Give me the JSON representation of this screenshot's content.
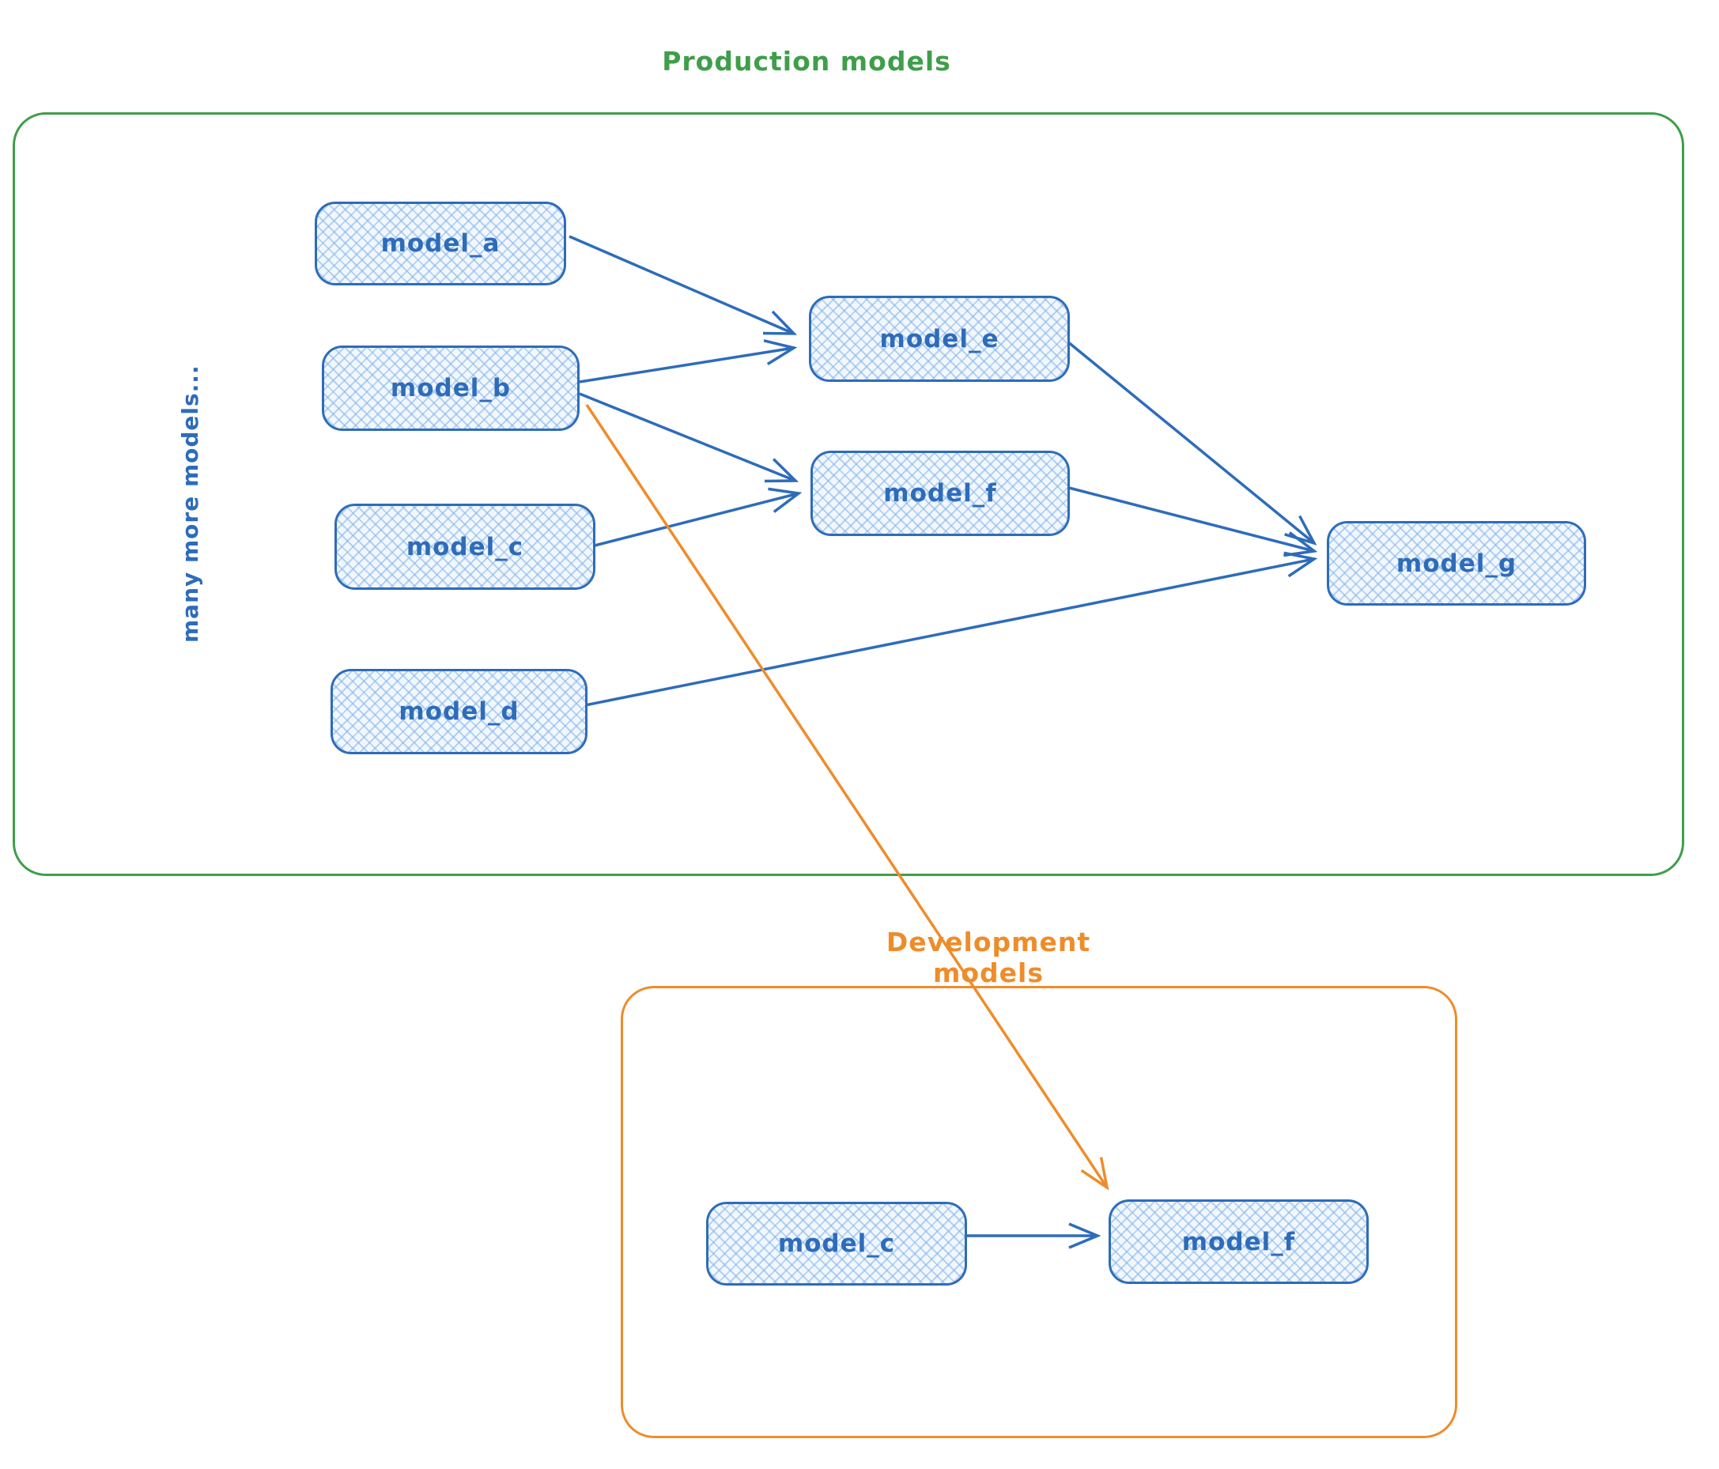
{
  "production": {
    "title": "Production models",
    "side_note": "many more models...",
    "nodes": [
      {
        "id": "model_a",
        "label": "model_a"
      },
      {
        "id": "model_b",
        "label": "model_b"
      },
      {
        "id": "model_c",
        "label": "model_c"
      },
      {
        "id": "model_d",
        "label": "model_d"
      },
      {
        "id": "model_e",
        "label": "model_e"
      },
      {
        "id": "model_f",
        "label": "model_f"
      },
      {
        "id": "model_g",
        "label": "model_g"
      }
    ]
  },
  "development": {
    "title": "Development models",
    "nodes": [
      {
        "id": "model_c_dev",
        "label": "model_c"
      },
      {
        "id": "model_f_dev",
        "label": "model_f"
      }
    ]
  },
  "edges": [
    {
      "from": "model_a",
      "to": "model_e",
      "section": "production",
      "color": "blue"
    },
    {
      "from": "model_b",
      "to": "model_e",
      "section": "production",
      "color": "blue"
    },
    {
      "from": "model_b",
      "to": "model_f",
      "section": "production",
      "color": "blue"
    },
    {
      "from": "model_c",
      "to": "model_f",
      "section": "production",
      "color": "blue"
    },
    {
      "from": "model_e",
      "to": "model_g",
      "section": "production",
      "color": "blue"
    },
    {
      "from": "model_f",
      "to": "model_g",
      "section": "production",
      "color": "blue"
    },
    {
      "from": "model_d",
      "to": "model_g",
      "section": "production",
      "color": "blue"
    },
    {
      "from": "model_b (production)",
      "to": "model_f (development)",
      "section": "cross",
      "color": "orange"
    },
    {
      "from": "model_c",
      "to": "model_f",
      "section": "development",
      "color": "blue"
    }
  ],
  "colors": {
    "node_stroke": "#2e6cba",
    "node_fill": "#f1f7fd",
    "node_hatch": "#82b2ea",
    "production_border": "#3f9e4a",
    "development_border": "#ef8c2a",
    "arrow_blue": "#2e6cba",
    "arrow_orange": "#ef8c2a"
  }
}
